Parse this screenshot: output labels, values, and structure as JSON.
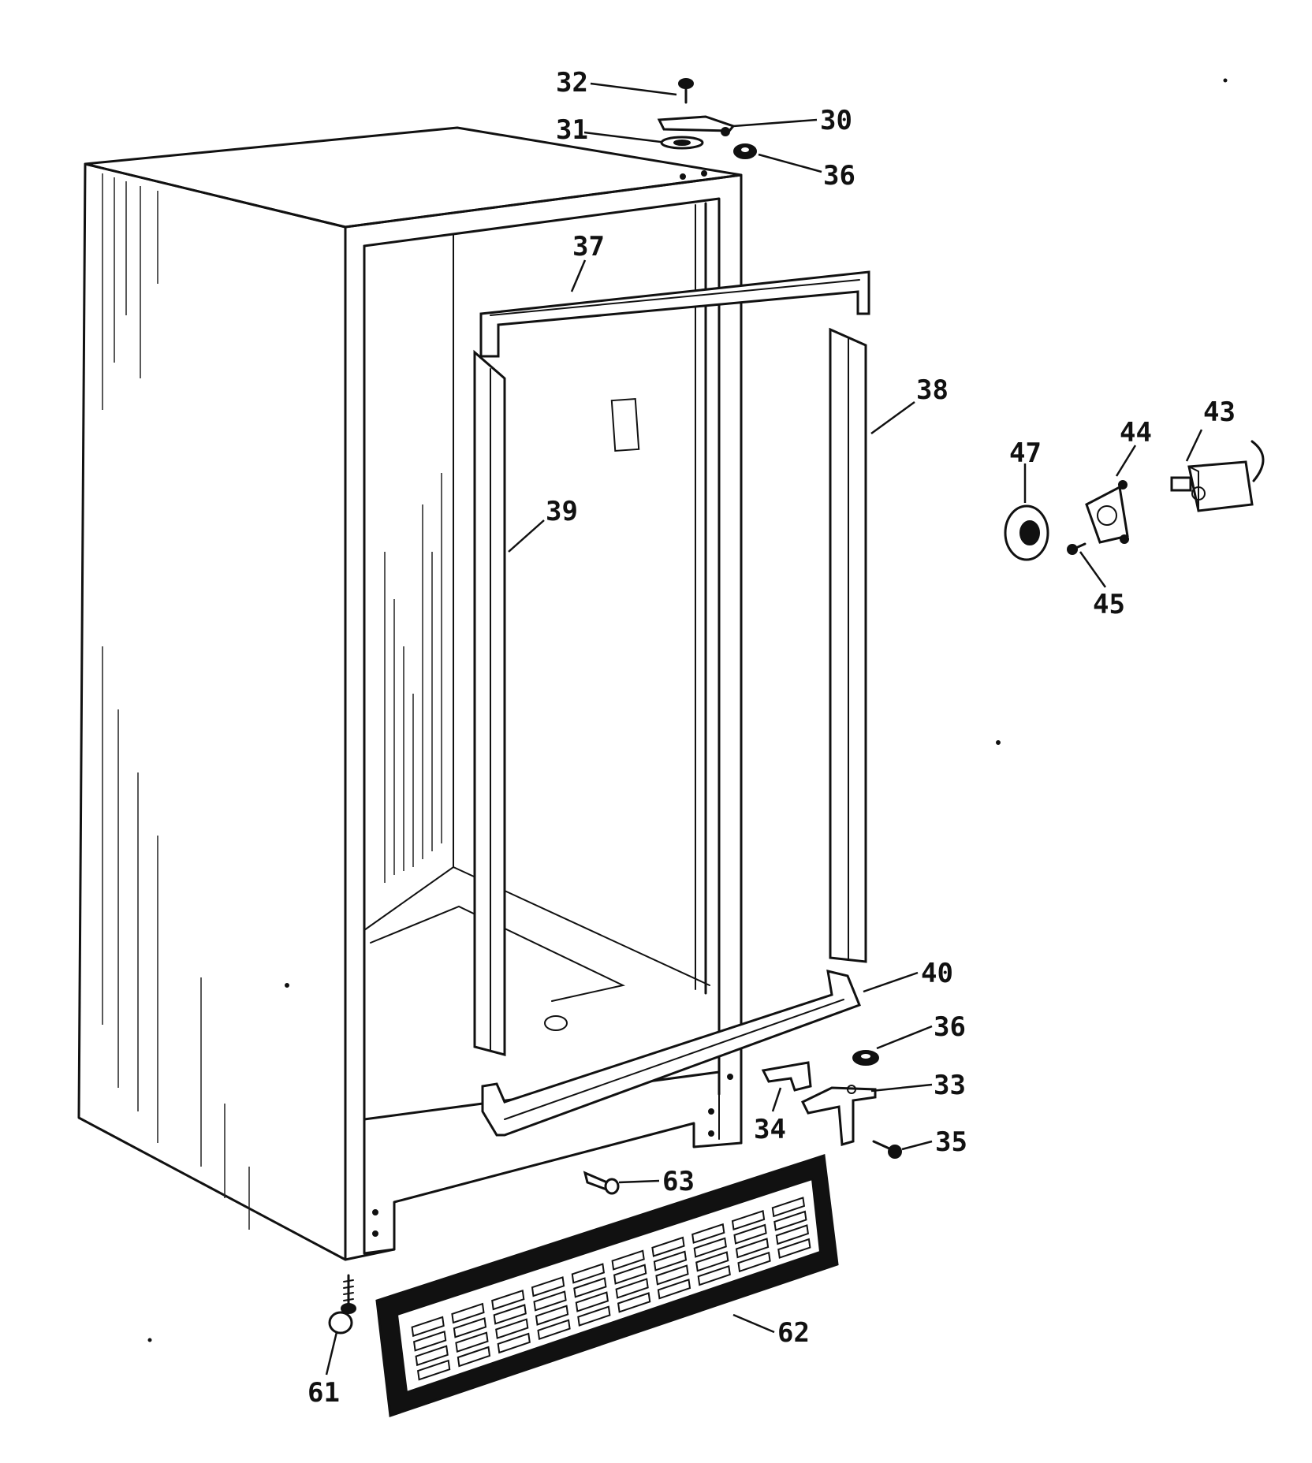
{
  "callouts": {
    "c30": "30",
    "c31": "31",
    "c32": "32",
    "c33": "33",
    "c34": "34",
    "c35": "35",
    "c36_top": "36",
    "c36_bottom": "36",
    "c37": "37",
    "c38": "38",
    "c39": "39",
    "c40": "40",
    "c43": "43",
    "c44": "44",
    "c45": "45",
    "c47": "47",
    "c61": "61",
    "c62": "62",
    "c63": "63"
  }
}
